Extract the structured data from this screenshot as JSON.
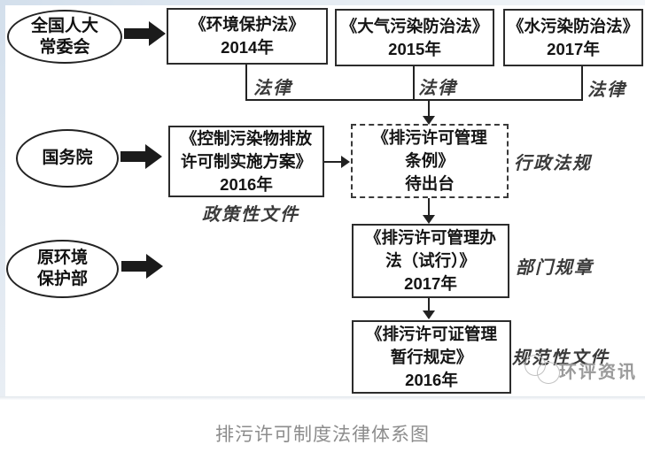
{
  "caption": "排污许可制度法律体系图",
  "watermark": {
    "text": "环评资讯"
  },
  "ellipses": [
    {
      "name": "npc-standing-committee",
      "lines": [
        "全国人大",
        "常委会"
      ]
    },
    {
      "name": "state-council",
      "lines": [
        "国务院"
      ]
    },
    {
      "name": "former-environment-ministry",
      "lines": [
        "原环境",
        "保护部"
      ]
    }
  ],
  "boxes": [
    {
      "name": "environmental-protection-law",
      "lines": [
        "《环境保护法》",
        "2014年"
      ]
    },
    {
      "name": "air-pollution-control-law",
      "lines": [
        "《大气污染防治法》",
        "2015年"
      ]
    },
    {
      "name": "water-pollution-control-law",
      "lines": [
        "《水污染防治法》",
        "2017年"
      ]
    },
    {
      "name": "pollutant-permit-implementation-plan",
      "lines": [
        "《控制污染物排放",
        "许可制实施方案》",
        "2016年"
      ]
    },
    {
      "name": "permit-management-regulation-pending",
      "lines": [
        "《排污许可管理",
        "条例》",
        "待出台"
      ]
    },
    {
      "name": "permit-management-measures-trial",
      "lines": [
        "《排污许可管理办",
        "法（试行）》",
        "2017年"
      ]
    },
    {
      "name": "permit-interim-provisions",
      "lines": [
        "《排污许可证管理",
        "暂行规定》",
        "2016年"
      ]
    }
  ],
  "labels": {
    "law_1": "法律",
    "law_2": "法律",
    "law_3": "法律",
    "policy_document": "政策性文件",
    "administrative_regulation": "行政法规",
    "department_rule": "部门规章",
    "normative_document": "规范性文件"
  },
  "colors": {
    "line": "#222222",
    "box_border": "#2c2c2c",
    "tag_text": "#3a3a3a",
    "caption_text": "#8c8c8c",
    "watermark_text": "#9a9a9a",
    "edge_tint": "#d3dfec"
  }
}
